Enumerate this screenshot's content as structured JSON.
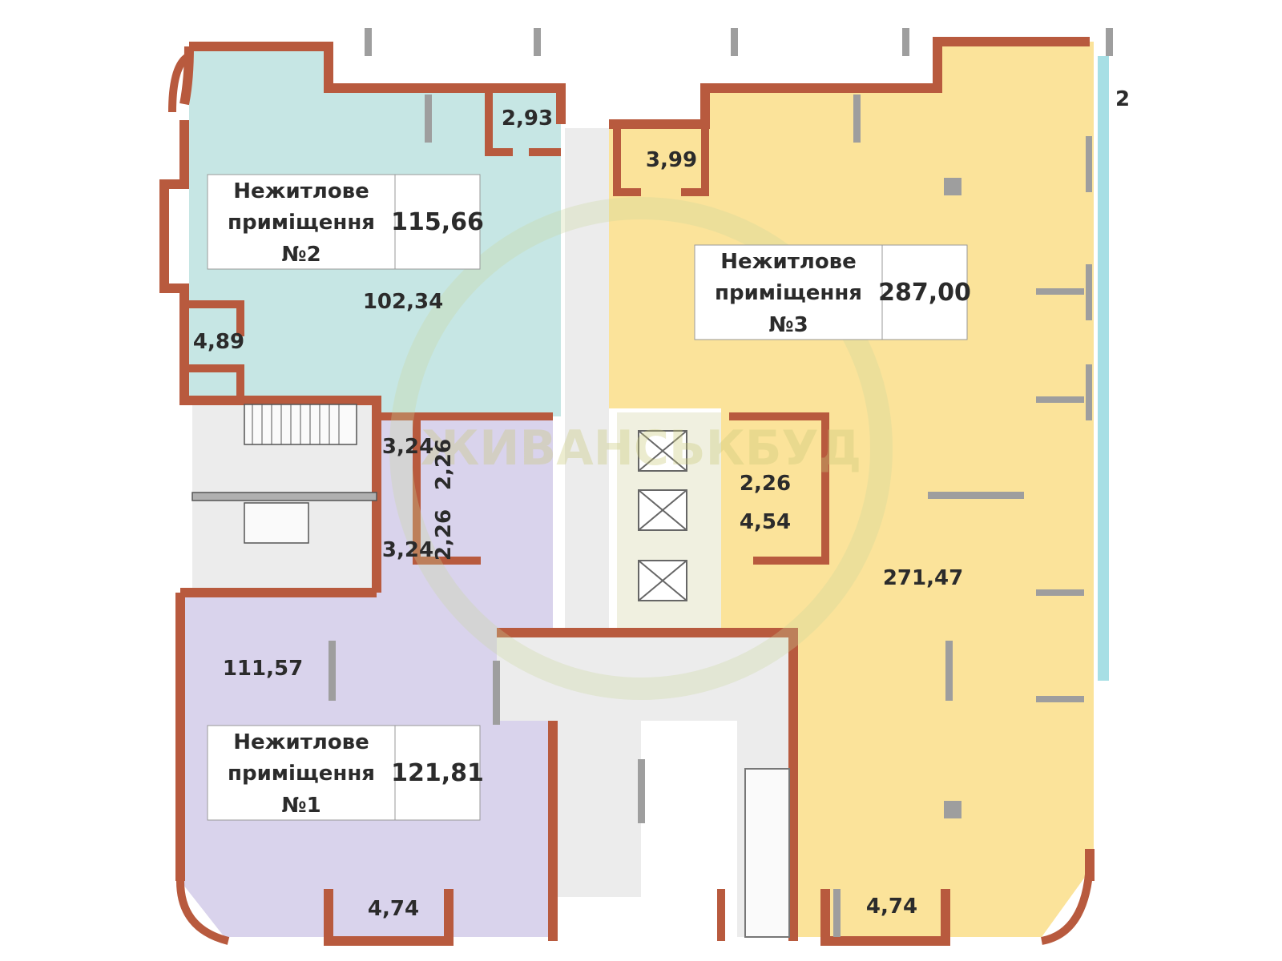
{
  "colors": {
    "wall": "#b85a3e",
    "unit1": "#d9d3ec",
    "unit2": "#c6e6e4",
    "unit3": "#fbe39a",
    "common": "#ececec",
    "window": "#a7dfe5"
  },
  "units": [
    {
      "title_line1": "Нежитлове",
      "title_line2": "приміщення",
      "number": "№2",
      "total": "115,66"
    },
    {
      "title_line1": "Нежитлове",
      "title_line2": "приміщення",
      "number": "№3",
      "total": "287,00"
    },
    {
      "title_line1": "Нежитлове",
      "title_line2": "приміщення",
      "number": "№1",
      "total": "121,81"
    }
  ],
  "rooms": {
    "unit2_wc": "2,93",
    "unit2_main": "102,34",
    "unit2_side": "4,89",
    "unit3_small": "3,99",
    "unit3_main": "271,47",
    "unit3_wc": "2,26",
    "unit3_hall": "4,54",
    "unit3_bottom": "4,74",
    "unit1_main": "111,57",
    "unit1_bottom": "4,74",
    "stair_top_a": "3,24",
    "stair_top_b": "2,26",
    "stair_bot_a": "3,24",
    "stair_bot_b": "2,26",
    "edge_fragment": "2"
  },
  "watermark": {
    "text": "ЖИВАНСЬКБУД"
  }
}
